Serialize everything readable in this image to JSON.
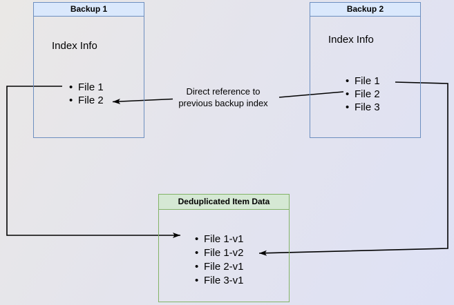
{
  "diagram": {
    "backup1": {
      "title": "Backup 1",
      "section_label": "Index Info",
      "files": [
        "File 1",
        "File 2"
      ]
    },
    "backup2": {
      "title": "Backup 2",
      "section_label": "Index Info",
      "files": [
        "File 1",
        "File 2",
        "File 3"
      ]
    },
    "dedup": {
      "title": "Deduplicated Item Data",
      "items": [
        "File 1-v1",
        "File 1-v2",
        "File 2-v1",
        "File 3-v1"
      ]
    },
    "arrow_label": {
      "line1": "Direct reference to",
      "line2": "previous backup index"
    },
    "colors": {
      "blue_header_fill": "#dae8fc",
      "blue_border": "#6c8ebf",
      "green_header_fill": "#d5e8d4",
      "green_border": "#82b366",
      "line_color": "#000000",
      "background_start": "#eae8e6",
      "background_end": "#dee1f5"
    }
  }
}
